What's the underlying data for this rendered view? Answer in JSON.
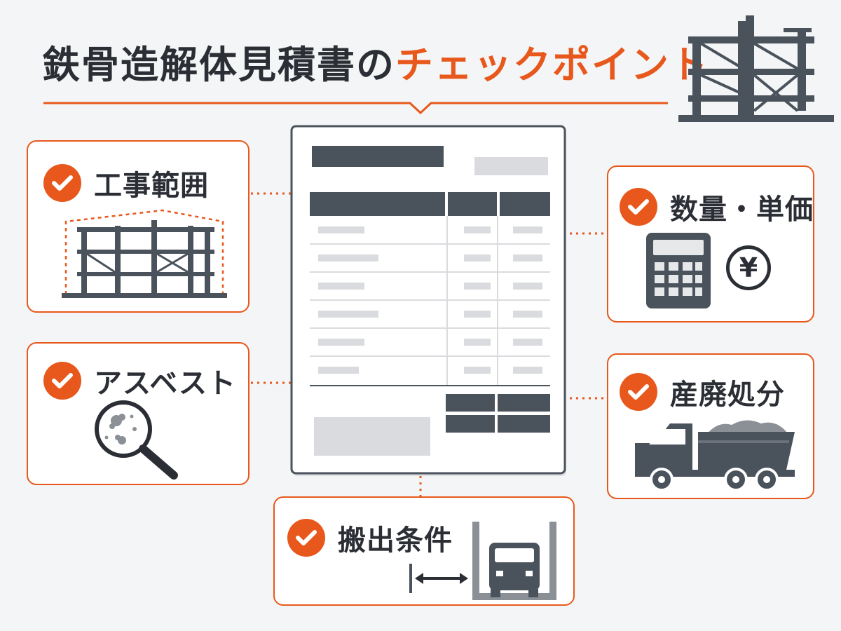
{
  "title": {
    "main": "鉄骨造解体見積書の",
    "accent": "チェックポイント"
  },
  "colors": {
    "accent": "#e8581c",
    "dark": "#4a525c",
    "text": "#2b2f35",
    "light_gray": "#d9dbde",
    "background": "#f4f5f6"
  },
  "checkpoints": [
    {
      "label": "工事範囲",
      "icon": "steel-frame-scope-icon"
    },
    {
      "label": "数量・単価",
      "icon": "calculator-yen-icon"
    },
    {
      "label": "アスベスト",
      "icon": "magnifier-asbestos-icon"
    },
    {
      "label": "産廃処分",
      "icon": "dump-truck-icon"
    },
    {
      "label": "搬出条件",
      "icon": "truck-access-icon"
    }
  ],
  "document": {
    "icon": "estimate-document-icon"
  },
  "decoration": {
    "icon": "steel-frame-building-icon"
  },
  "calculator": {
    "yen_symbol": "¥"
  }
}
